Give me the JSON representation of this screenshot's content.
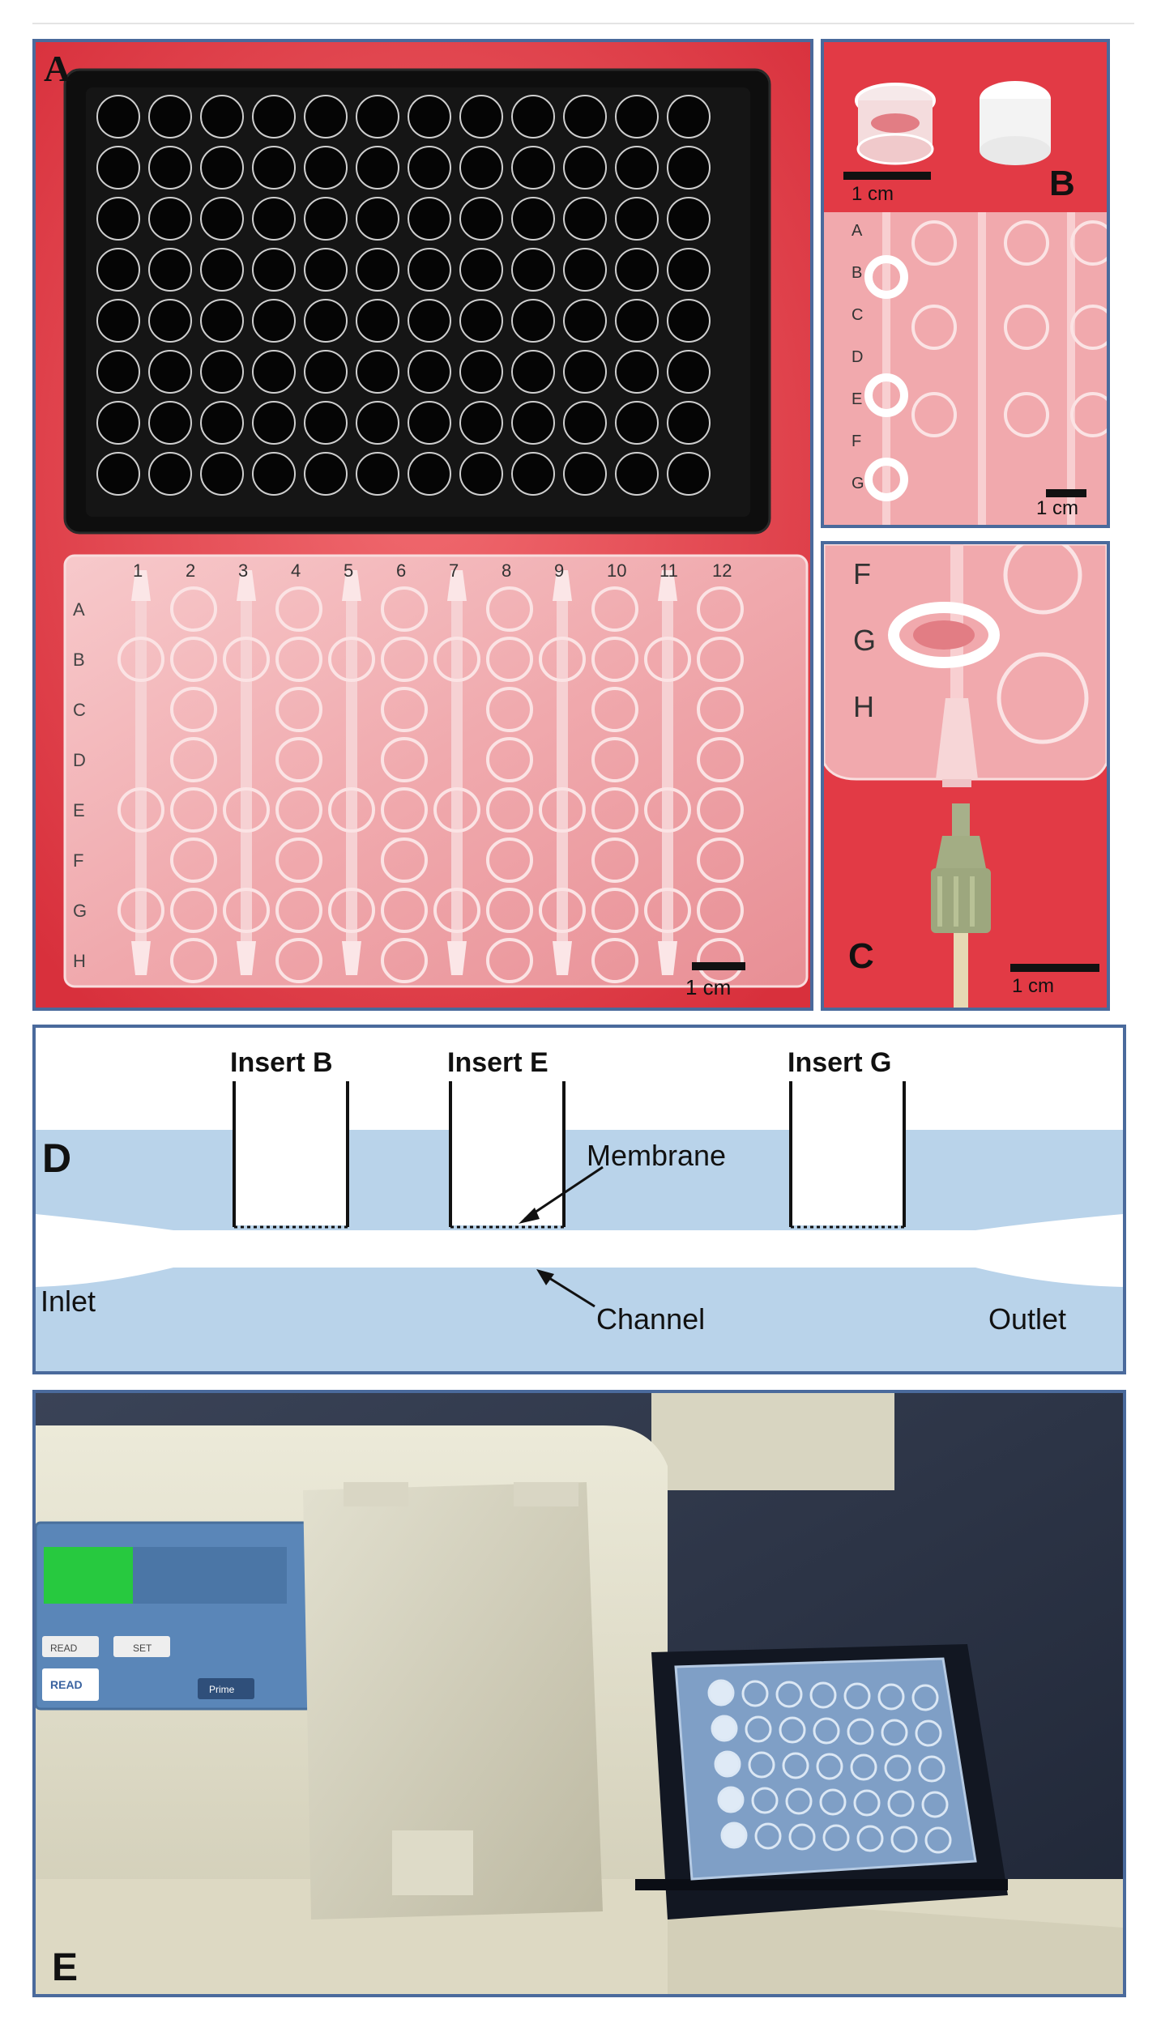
{
  "panels": {
    "a": {
      "letter": "A",
      "scale": "1 cm"
    },
    "b": {
      "letter": "B",
      "scale_top": "1 cm",
      "scale_bottom": "1 cm",
      "rows": [
        "A",
        "B",
        "C",
        "D",
        "E",
        "F",
        "G"
      ]
    },
    "c": {
      "letter": "C",
      "scale": "1 cm",
      "rows": [
        "F",
        "G",
        "H"
      ]
    },
    "d": {
      "letter": "D",
      "inserts": [
        "Insert B",
        "Insert E",
        "Insert G"
      ],
      "membrane": "Membrane",
      "channel": "Channel",
      "inlet": "Inlet",
      "outlet": "Outlet"
    },
    "e": {
      "letter": "E"
    }
  },
  "plate": {
    "columns": [
      "1",
      "2",
      "3",
      "4",
      "5",
      "6",
      "7",
      "8",
      "9",
      "10",
      "11",
      "12"
    ],
    "rows": [
      "A",
      "B",
      "C",
      "D",
      "E",
      "F",
      "G",
      "H"
    ]
  },
  "reader": {
    "buttons": [
      "READ",
      "SET"
    ],
    "brand": "READ",
    "prime": "Prime"
  },
  "colors": {
    "border": "#4a6a9c",
    "red_bg": "#e23a45",
    "fluid": "#b9d3ea",
    "black_plate": "#0e0e0e"
  }
}
